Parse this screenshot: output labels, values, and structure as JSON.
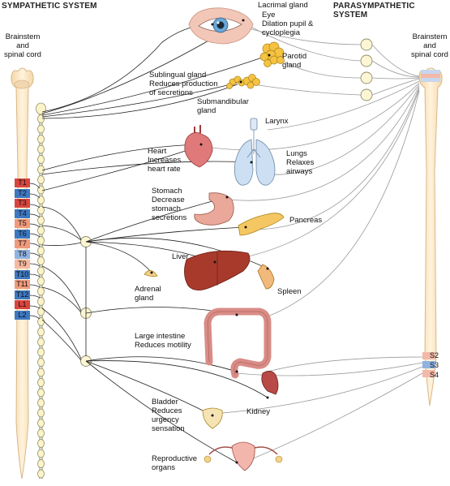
{
  "headers": {
    "left": "SYMPATHETIC SYSTEM",
    "right": "PARASYMPATHETIC SYSTEM"
  },
  "left_spine_label": [
    "Brainstem",
    "and",
    "spinal cord"
  ],
  "right_spine_label": [
    "Brainstem",
    "and",
    "spinal cord"
  ],
  "segments": [
    {
      "label": "T1",
      "color": "#d9453e"
    },
    {
      "label": "T2",
      "color": "#3d78c2"
    },
    {
      "label": "T3",
      "color": "#d9453e"
    },
    {
      "label": "T4",
      "color": "#3d78c2"
    },
    {
      "label": "T5",
      "color": "#f09a7c"
    },
    {
      "label": "T6",
      "color": "#3d78c2"
    },
    {
      "label": "T7",
      "color": "#f09a7c"
    },
    {
      "label": "T8",
      "color": "#8fb2e0"
    },
    {
      "label": "T9",
      "color": "#f6b9a0"
    },
    {
      "label": "T10",
      "color": "#3d78c2"
    },
    {
      "label": "T11",
      "color": "#f09a7c"
    },
    {
      "label": "T12",
      "color": "#3d78c2"
    },
    {
      "label": "L1",
      "color": "#d9453e"
    },
    {
      "label": "L2",
      "color": "#3d78c2"
    }
  ],
  "sacral_segments": [
    "S2",
    "S3",
    "S4"
  ],
  "labels": {
    "lacrimal": [
      "Lacrimal gland"
    ],
    "eye": [
      "Eye",
      "Dilation pupil &",
      "cycloplegia"
    ],
    "parotid": [
      "Parotid",
      "gland"
    ],
    "sublingual": [
      "Sublingual gland",
      "Reduces production",
      "of secretions"
    ],
    "submandibular": [
      "Submandibular",
      "gland"
    ],
    "larynx": [
      "Larynx"
    ],
    "heart": [
      "Heart",
      "Increases",
      "heart rate"
    ],
    "lungs": [
      "Lungs",
      "Relaxes",
      "airways"
    ],
    "stomach": [
      "Stomach",
      "Decrease",
      "stomach",
      "secretions"
    ],
    "pancreas": [
      "Pancreas"
    ],
    "liver": [
      "Liver"
    ],
    "adrenal": [
      "Adrenal",
      "gland"
    ],
    "spleen": [
      "Spleen"
    ],
    "intestine": [
      "Large intestine",
      "Reduces motility"
    ],
    "kidney": [
      "Kidney"
    ],
    "bladder": [
      "Bladder",
      "Reduces",
      "urgency",
      "sensation"
    ],
    "reproductive": [
      "Reproductive",
      "organs"
    ]
  }
}
